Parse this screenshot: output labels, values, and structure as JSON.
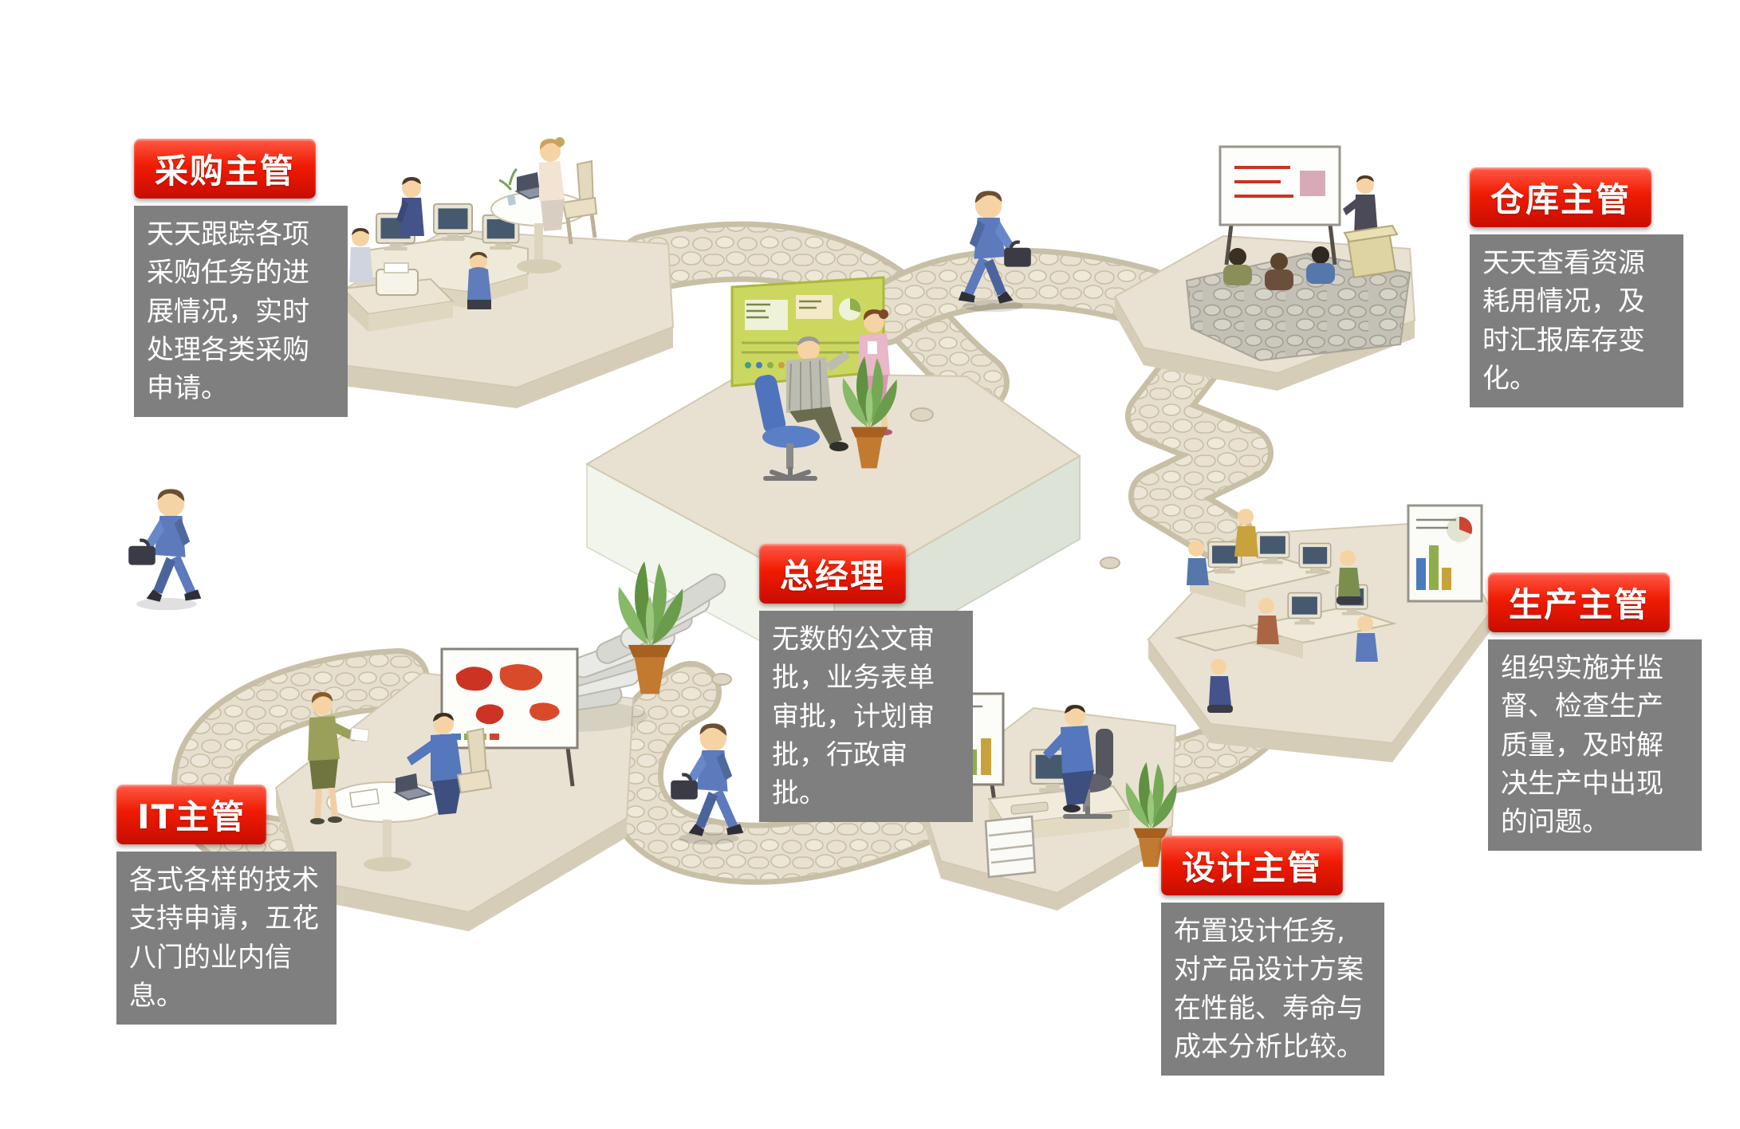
{
  "colors": {
    "label_red": "#e81502",
    "desc_gray": "#7f7f7f",
    "platform_top": "#e9e2d2",
    "platform_side": "#d6cdb8",
    "walkway_stone": "#e6dfcd",
    "board_green": "#ccd75f"
  },
  "roles": [
    {
      "key": "procurement",
      "title": "采购主管",
      "description": "天天跟踪各项采购任务的进展情况，实时处理各类采购申请。"
    },
    {
      "key": "warehouse",
      "title": "仓库主管",
      "description": "天天查看资源耗用情况，及时汇报库存变化。"
    },
    {
      "key": "general_manager",
      "title": "总经理",
      "description": "无数的公文审批，业务表单审批，计划审批，行政审批。"
    },
    {
      "key": "production",
      "title": "生产主管",
      "description": "组织实施并监督、检查生产质量，及时解决生产中出现的问题。"
    },
    {
      "key": "it",
      "title": "IT主管",
      "description": "各式各样的技术支持申请，五花八门的业内信息。"
    },
    {
      "key": "design",
      "title": "设计主管",
      "description": "布置设计任务,对产品设计方案在性能、寿命与成本分析比较。"
    }
  ],
  "illustration": {
    "scenes": [
      "procurement-office",
      "warehouse-presentation",
      "general-manager-office",
      "production-office",
      "it-meeting",
      "design-desk"
    ],
    "walking_figures": 3
  }
}
